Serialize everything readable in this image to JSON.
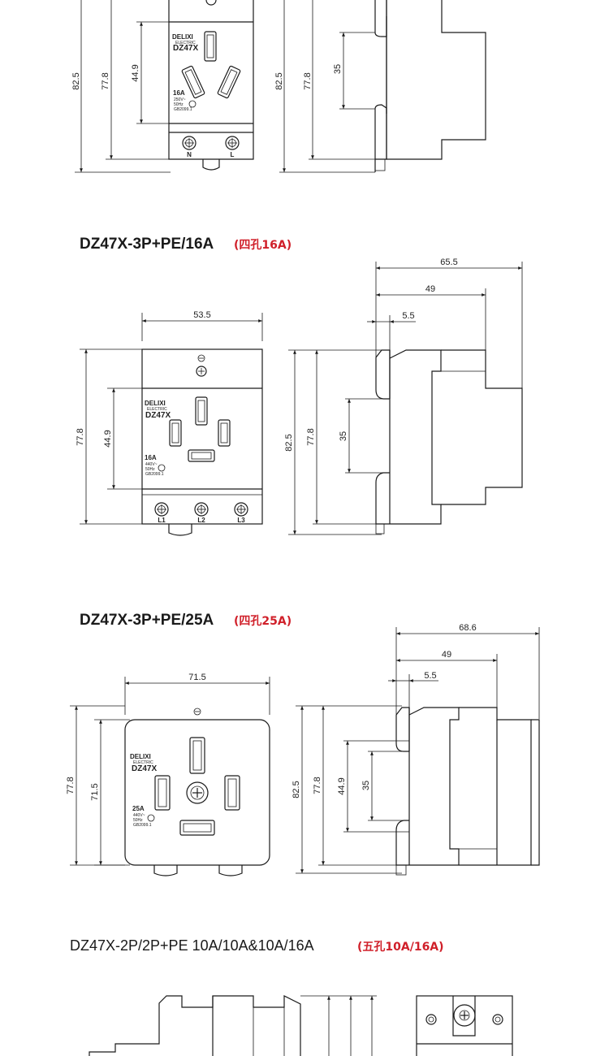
{
  "section1": {
    "front": {
      "dims": {
        "h_outer": "82.5",
        "h_mid": "77.8",
        "h_inner": "44.9"
      },
      "label": {
        "brand": "DELIXI",
        "electric": "ELECTRIC",
        "model": "DZ47X",
        "current": "16A",
        "voltage": "250V~",
        "freq": "50Hz",
        "standard": "GB2099.1"
      },
      "terminals": [
        "N",
        "L"
      ]
    },
    "side": {
      "dims": {
        "h_outer": "82.5",
        "h_mid": "77.8",
        "h_inner": "35"
      }
    }
  },
  "section2": {
    "title": "DZ47X-3P+PE/16A",
    "note": "(四孔16A)",
    "front": {
      "dims": {
        "width": "53.5",
        "h_mid": "77.8",
        "h_inner": "44.9"
      },
      "label": {
        "brand": "DELIXI",
        "electric": "ELECTRIC",
        "model": "DZ47X",
        "current": "16A",
        "voltage": "440V~",
        "freq": "50Hz",
        "standard": "GB2099.1"
      },
      "terminals": [
        "L1",
        "L2",
        "L3"
      ]
    },
    "side": {
      "dims": {
        "w_outer": "65.5",
        "w_mid": "49",
        "w_inner": "5.5",
        "h_outer": "82.5",
        "h_mid": "77.8",
        "h_inner": "35"
      }
    }
  },
  "section3": {
    "title": "DZ47X-3P+PE/25A",
    "note": "(四孔25A)",
    "front": {
      "dims": {
        "width": "71.5",
        "h_outer": "77.8",
        "h_mid": "71.5"
      },
      "label": {
        "brand": "DELIXI",
        "electric": "ELECTRIC",
        "model": "DZ47X",
        "current": "25A",
        "voltage": "440V~",
        "freq": "50Hz",
        "standard": "GB2099.1"
      }
    },
    "side": {
      "dims": {
        "w_outer": "68.6",
        "w_mid": "49",
        "w_inner": "5.5",
        "h_outer": "82.5",
        "h_mid": "77.8",
        "h_inner": "44.9",
        "h_small": "35"
      }
    }
  },
  "section4": {
    "title": "DZ47X-2P/2P+PE    10A/10A&10A/16A",
    "note": "(五孔10A/16A)"
  }
}
